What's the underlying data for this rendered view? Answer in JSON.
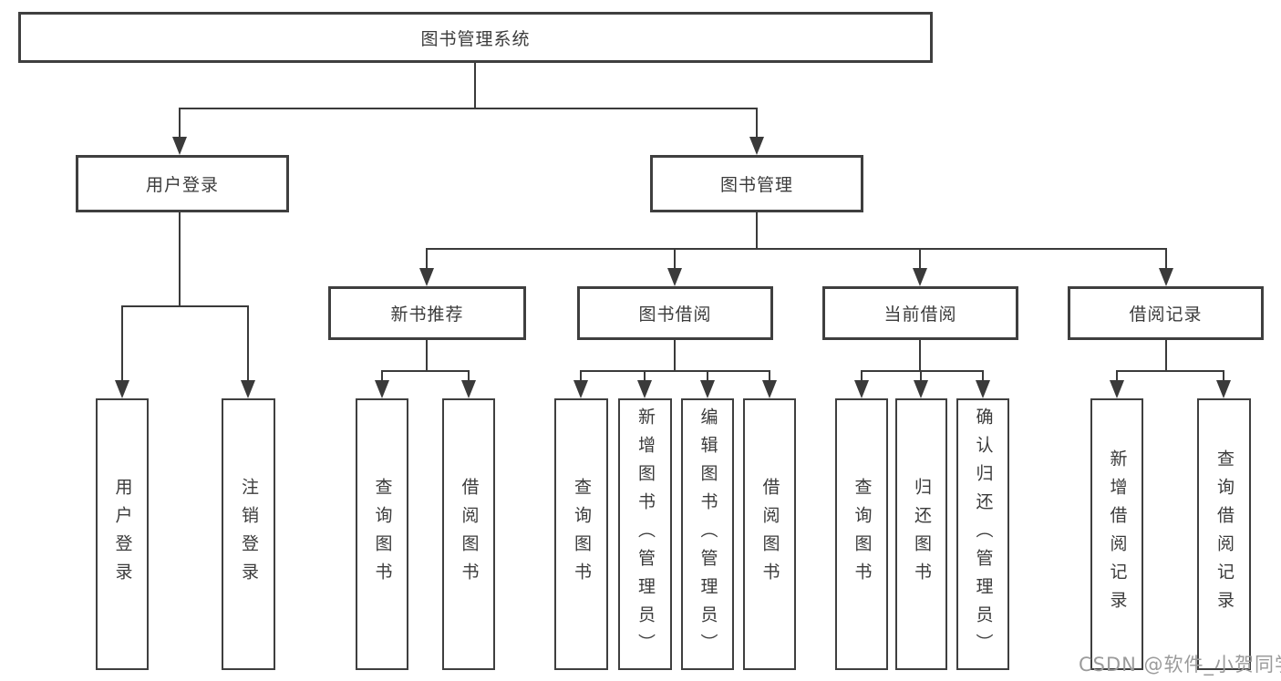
{
  "diagram": {
    "title": "图书管理系统",
    "root": {
      "label": "图书管理系统"
    },
    "level2": [
      {
        "id": "user-login-group",
        "label": "用户登录"
      },
      {
        "id": "book-management-group",
        "label": "图书管理"
      }
    ],
    "level3": [
      {
        "id": "new-book-recommend",
        "label": "新书推荐"
      },
      {
        "id": "book-borrowing",
        "label": "图书借阅"
      },
      {
        "id": "current-borrowing",
        "label": "当前借阅"
      },
      {
        "id": "borrowing-records",
        "label": "借阅记录"
      }
    ],
    "leaves": {
      "user_login": [
        "用户登录",
        "注销登录"
      ],
      "new_book_recommend": [
        "查询图书",
        "借阅图书"
      ],
      "book_borrowing": [
        "查询图书",
        "新增图书（管理员）",
        "编辑图书（管理员）",
        "借阅图书"
      ],
      "current_borrowing": [
        "查询图书",
        "归还图书",
        "确认归还（管理员）"
      ],
      "borrowing_records": [
        "新增借阅记录",
        "查询借阅记录"
      ]
    }
  },
  "watermark": {
    "text": "CSDN @软件_小贺同学"
  },
  "colors": {
    "line": "#3a3a3a",
    "text": "#3b3b3b",
    "background": "#ffffff",
    "watermark": "#9b9b9b"
  }
}
